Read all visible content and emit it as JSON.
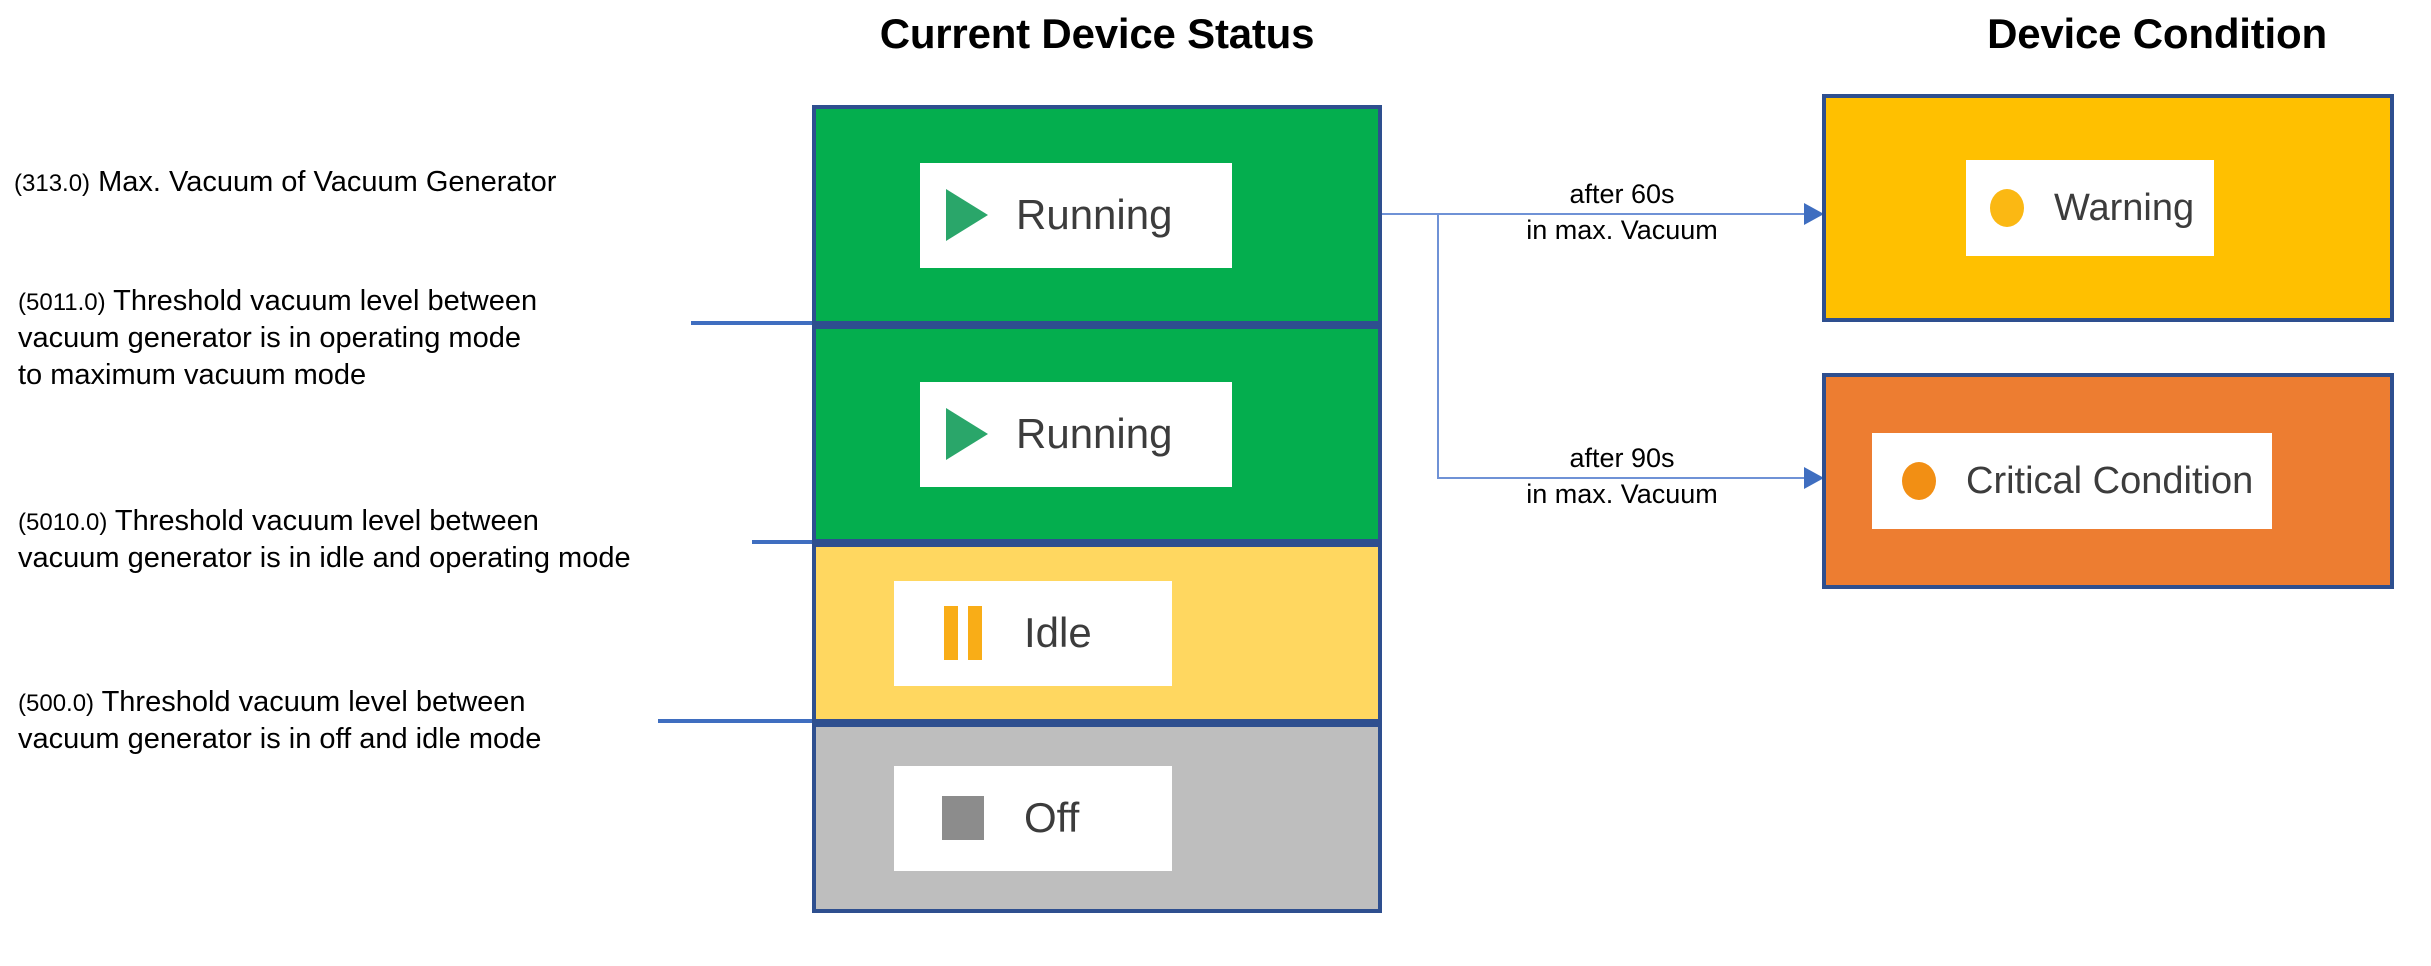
{
  "headings": {
    "current_device_status": "Current Device Status",
    "device_condition": "Device Condition"
  },
  "annotations": [
    {
      "code": "(313.0)",
      "text": " Max. Vacuum of Vacuum Generator",
      "lines": [
        "Max. Vacuum of Vacuum Generator"
      ]
    },
    {
      "code": "(5011.0)",
      "line1": " Threshold vacuum level between",
      "line2": "vacuum generator is in operating mode",
      "line3": "to maximum vacuum mode"
    },
    {
      "code": "(5010.0)",
      "line1": " Threshold vacuum level between",
      "line2": "vacuum generator is in idle and operating mode"
    },
    {
      "code": "(500.0)",
      "line1": " Threshold vacuum level between",
      "line2": "vacuum generator is in off and idle mode"
    }
  ],
  "status_stack": [
    {
      "id": "running-max-vacuum",
      "label": "Running",
      "icon": "play-icon",
      "color": "#04ae4e"
    },
    {
      "id": "running-operating",
      "label": "Running",
      "icon": "play-icon",
      "color": "#04ae4e"
    },
    {
      "id": "idle",
      "label": "Idle",
      "icon": "pause-icon",
      "color": "#ffd760"
    },
    {
      "id": "off",
      "label": "Off",
      "icon": "stop-icon",
      "color": "#bebebe"
    }
  ],
  "conditions": [
    {
      "id": "warning",
      "label": "Warning",
      "icon": "status-dot-icon",
      "color": "#ffc000"
    },
    {
      "id": "critical",
      "label": "Critical Condition",
      "icon": "status-dot-icon",
      "color": "#ed7d31"
    }
  ],
  "transitions": [
    {
      "id": "to-warning",
      "line1": "after 60s",
      "line2": "in max. Vacuum"
    },
    {
      "id": "to-critical",
      "line1": "after 90s",
      "line2": "in max. Vacuum"
    }
  ],
  "colors": {
    "border_blue": "#2e4f8f",
    "leader_blue": "#3f6ec0",
    "connector_blue": "#6f92d6",
    "green": "#04ae4e",
    "yellow": "#ffd760",
    "grey": "#bebebe",
    "amber": "#ffc000",
    "orange": "#ed7d31"
  }
}
